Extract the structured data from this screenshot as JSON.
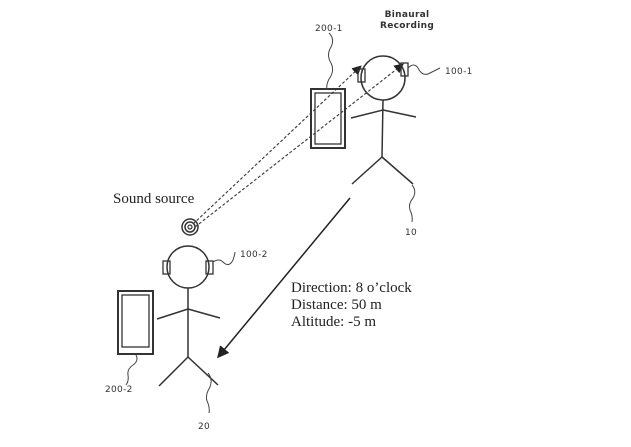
{
  "figure": {
    "title": "Binaural Recording",
    "title_lines": [
      "Binaural",
      "Recording"
    ],
    "sound_source_label": "Sound source",
    "persons": [
      {
        "ref": "10",
        "headphones_ref": "100-1",
        "device_ref": "200-1"
      },
      {
        "ref": "20",
        "headphones_ref": "100-2",
        "device_ref": "200-2"
      }
    ],
    "annotation": {
      "lines": [
        "Direction: 8 o’clock",
        "Distance: 50 m",
        "Altitude: -5 m"
      ]
    },
    "colors": {
      "stroke": "#333333",
      "background": "#ffffff"
    }
  }
}
